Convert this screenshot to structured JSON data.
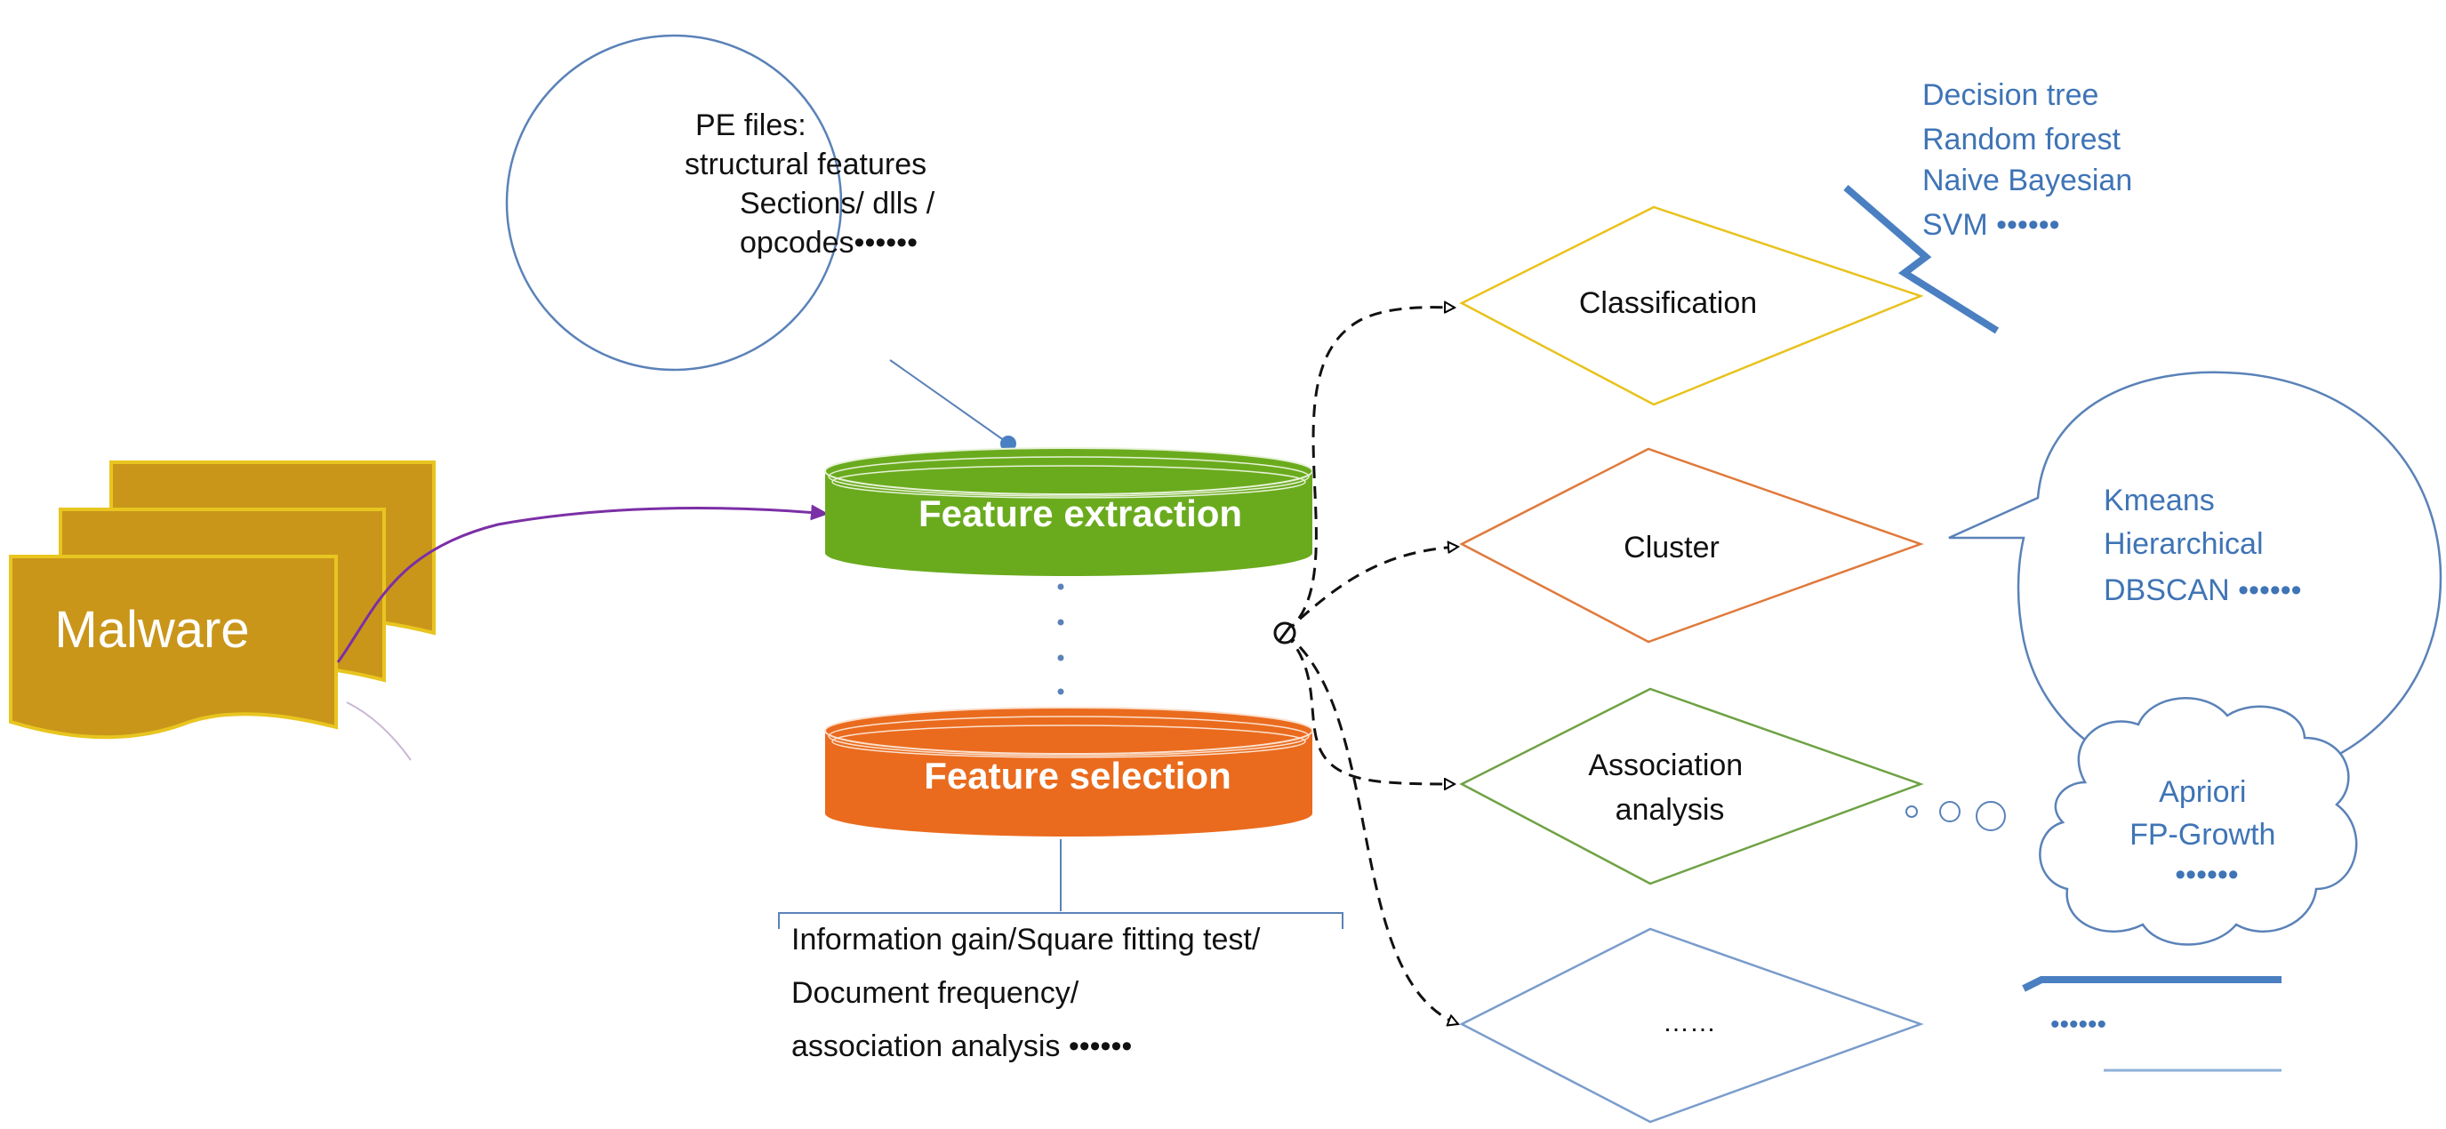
{
  "malware": {
    "label": "Malware",
    "fill": "#c9961a",
    "stroke": "#e8c51f"
  },
  "pe_bubble": {
    "lines": [
      "PE files:",
      "structural features",
      "Sections/ dlls /",
      "opcodes••••••"
    ]
  },
  "feature_extraction": {
    "label": "Feature extraction",
    "fill": "#6aab1e"
  },
  "feature_selection": {
    "label": "Feature selection",
    "fill": "#ea6b1e"
  },
  "selection_methods": {
    "lines": [
      "Information gain/Square fitting test/",
      "Document frequency/",
      "association analysis ••••••"
    ]
  },
  "diamonds": [
    {
      "label_lines": [
        "Classification"
      ],
      "stroke": "#e8c21c"
    },
    {
      "label_lines": [
        "Cluster"
      ],
      "stroke": "#e07a3c"
    },
    {
      "label_lines": [
        "Association",
        "analysis"
      ],
      "stroke": "#6fa244"
    },
    {
      "label_lines": [
        "……"
      ],
      "stroke": "#7a9ccb"
    }
  ],
  "classification_algos": {
    "lines": [
      "Decision tree",
      "Random forest",
      "Naive Bayesian",
      "SVM ••••••"
    ]
  },
  "cluster_algos": {
    "lines": [
      "Kmeans",
      "Hierarchical",
      "DBSCAN ••••••"
    ]
  },
  "association_algos": {
    "lines": [
      "Apriori",
      "FP-Growth",
      "••••••"
    ]
  },
  "other_algos": {
    "label": "••••••"
  },
  "colors": {
    "blue_text": "#3f74b6",
    "blue_line": "#4a7fc1",
    "purple_arrow": "#7b2fa6",
    "bubble_stroke": "#5a82b8"
  }
}
